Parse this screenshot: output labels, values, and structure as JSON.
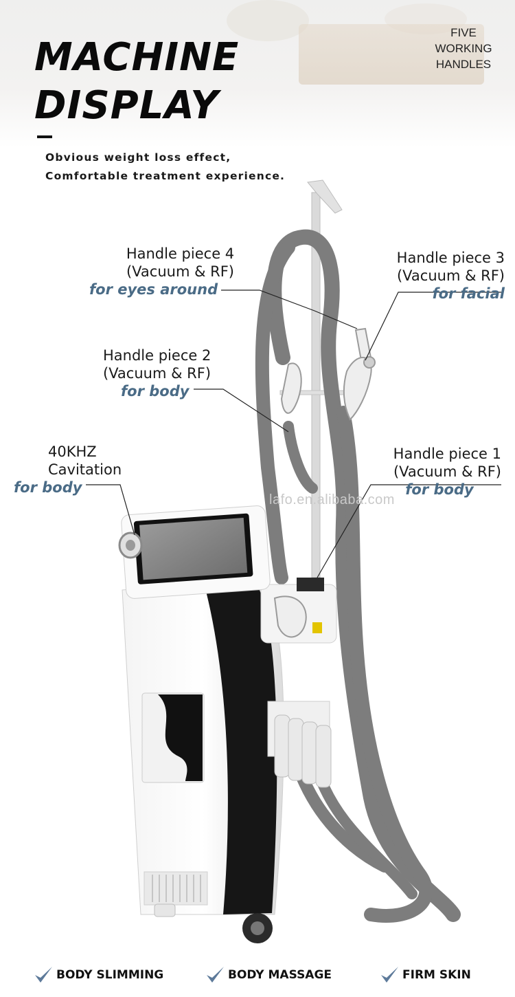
{
  "header": {
    "title_line1": "MACHINE",
    "title_line2": "DISPLAY",
    "badge": "FIVE\nWORKING\nHANDLES",
    "subtitle_line1": "Obvious weight loss effect,",
    "subtitle_line2": "Comfortable treatment experience."
  },
  "callouts": {
    "handle4": {
      "name": "Handle piece 4",
      "type": "(Vacuum & RF)",
      "use": "for eyes around"
    },
    "handle3": {
      "name": "Handle piece 3",
      "type": "(Vacuum & RF)",
      "use": "for facial"
    },
    "handle2": {
      "name": "Handle piece 2",
      "type": "(Vacuum & RF)",
      "use": "for body"
    },
    "cavitation": {
      "name": "40KHZ",
      "type": "Cavitation",
      "use": "for body"
    },
    "handle1": {
      "name": "Handle piece 1",
      "type": "(Vacuum & RF)",
      "use": "for body"
    }
  },
  "watermark": "lafo.en.alibaba.com",
  "features": [
    {
      "label": "BODY SLIMMING"
    },
    {
      "label": "BODY MASSAGE"
    },
    {
      "label": "FIRM SKIN"
    }
  ],
  "colors": {
    "accent": "#4a6b86",
    "check": "#5d7a9a",
    "hose": "#7b7b7b",
    "screen": "#8a8a8a"
  }
}
